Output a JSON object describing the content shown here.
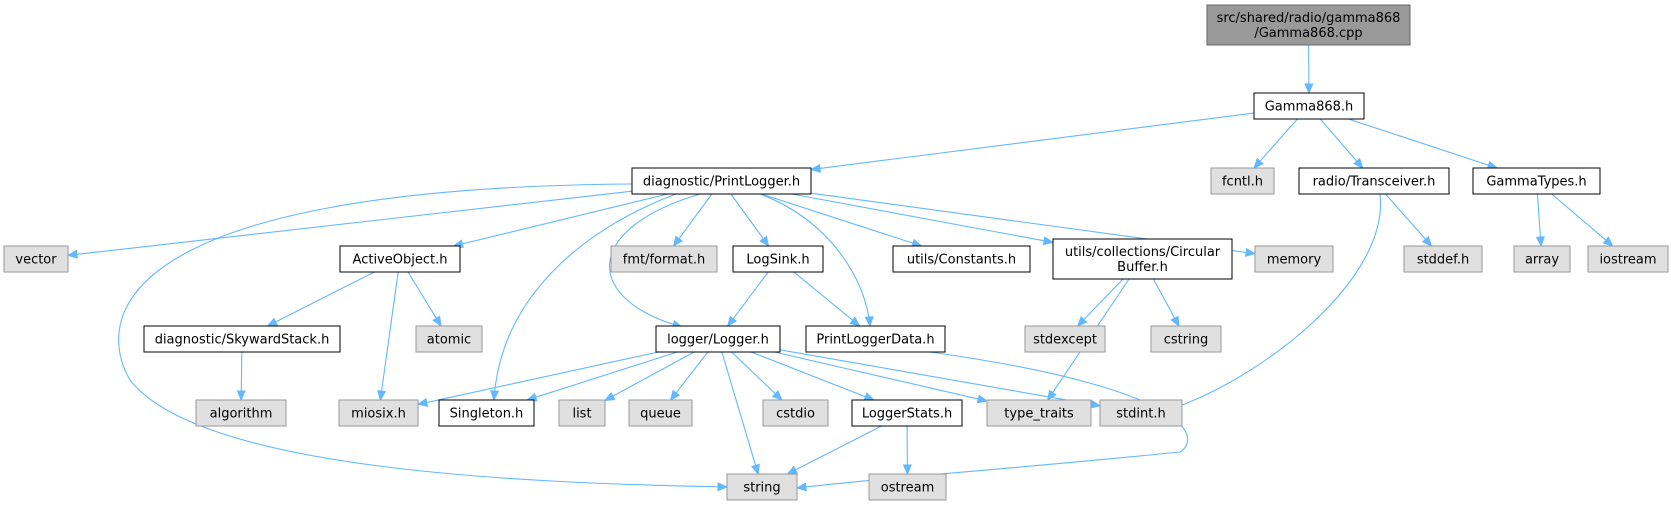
{
  "colors": {
    "root_fill": "#999999",
    "root_stroke": "#666666",
    "local_fill": "#ffffff",
    "local_stroke": "#000000",
    "system_fill": "#e0e0e0",
    "system_stroke": "#999999",
    "edge": "#63b8ff"
  },
  "nodes": [
    {
      "id": "gamma_cpp",
      "label": [
        "src/shared/radio/gamma868",
        "/Gamma868.cpp"
      ],
      "kind": "root"
    },
    {
      "id": "gamma_h",
      "label": [
        "Gamma868.h"
      ],
      "kind": "local"
    },
    {
      "id": "printlogger_h",
      "label": [
        "diagnostic/PrintLogger.h"
      ],
      "kind": "local"
    },
    {
      "id": "fcntl_h",
      "label": [
        "fcntl.h"
      ],
      "kind": "system"
    },
    {
      "id": "transceiver_h",
      "label": [
        "radio/Transceiver.h"
      ],
      "kind": "local"
    },
    {
      "id": "gammatypes_h",
      "label": [
        "GammaTypes.h"
      ],
      "kind": "local"
    },
    {
      "id": "vector",
      "label": [
        "vector"
      ],
      "kind": "system"
    },
    {
      "id": "activeobject_h",
      "label": [
        "ActiveObject.h"
      ],
      "kind": "local"
    },
    {
      "id": "fmt_format_h",
      "label": [
        "fmt/format.h"
      ],
      "kind": "system"
    },
    {
      "id": "logsink_h",
      "label": [
        "LogSink.h"
      ],
      "kind": "local"
    },
    {
      "id": "constants_h",
      "label": [
        "utils/Constants.h"
      ],
      "kind": "local"
    },
    {
      "id": "circularbuffer_h",
      "label": [
        "utils/collections/Circular",
        "Buffer.h"
      ],
      "kind": "local"
    },
    {
      "id": "memory",
      "label": [
        "memory"
      ],
      "kind": "system"
    },
    {
      "id": "stddef_h",
      "label": [
        "stddef.h"
      ],
      "kind": "system"
    },
    {
      "id": "array",
      "label": [
        "array"
      ],
      "kind": "system"
    },
    {
      "id": "iostream",
      "label": [
        "iostream"
      ],
      "kind": "system"
    },
    {
      "id": "skywardstack_h",
      "label": [
        "diagnostic/SkywardStack.h"
      ],
      "kind": "local"
    },
    {
      "id": "atomic",
      "label": [
        "atomic"
      ],
      "kind": "system"
    },
    {
      "id": "logger_h",
      "label": [
        "logger/Logger.h"
      ],
      "kind": "local"
    },
    {
      "id": "printloggerdata_h",
      "label": [
        "PrintLoggerData.h"
      ],
      "kind": "local"
    },
    {
      "id": "stdexcept",
      "label": [
        "stdexcept"
      ],
      "kind": "system"
    },
    {
      "id": "cstring",
      "label": [
        "cstring"
      ],
      "kind": "system"
    },
    {
      "id": "algorithm",
      "label": [
        "algorithm"
      ],
      "kind": "system"
    },
    {
      "id": "miosix_h",
      "label": [
        "miosix.h"
      ],
      "kind": "system"
    },
    {
      "id": "singleton_h",
      "label": [
        "Singleton.h"
      ],
      "kind": "local"
    },
    {
      "id": "list",
      "label": [
        "list"
      ],
      "kind": "system"
    },
    {
      "id": "queue",
      "label": [
        "queue"
      ],
      "kind": "system"
    },
    {
      "id": "cstdio",
      "label": [
        "cstdio"
      ],
      "kind": "system"
    },
    {
      "id": "loggerstats_h",
      "label": [
        "LoggerStats.h"
      ],
      "kind": "local"
    },
    {
      "id": "type_traits",
      "label": [
        "type_traits"
      ],
      "kind": "system"
    },
    {
      "id": "stdint_h",
      "label": [
        "stdint.h"
      ],
      "kind": "system"
    },
    {
      "id": "string",
      "label": [
        "string"
      ],
      "kind": "system"
    },
    {
      "id": "ostream",
      "label": [
        "ostream"
      ],
      "kind": "system"
    }
  ],
  "edges": [
    [
      "gamma_cpp",
      "gamma_h"
    ],
    [
      "gamma_h",
      "printlogger_h"
    ],
    [
      "gamma_h",
      "fcntl_h"
    ],
    [
      "gamma_h",
      "transceiver_h"
    ],
    [
      "gamma_h",
      "gammatypes_h"
    ],
    [
      "printlogger_h",
      "vector"
    ],
    [
      "printlogger_h",
      "activeobject_h"
    ],
    [
      "printlogger_h",
      "fmt_format_h"
    ],
    [
      "printlogger_h",
      "logsink_h"
    ],
    [
      "printlogger_h",
      "constants_h"
    ],
    [
      "printlogger_h",
      "circularbuffer_h"
    ],
    [
      "printlogger_h",
      "memory"
    ],
    [
      "printlogger_h",
      "logger_h"
    ],
    [
      "printlogger_h",
      "printloggerdata_h"
    ],
    [
      "printlogger_h",
      "singleton_h"
    ],
    [
      "printlogger_h",
      "string"
    ],
    [
      "transceiver_h",
      "stddef_h"
    ],
    [
      "transceiver_h",
      "stdint_h"
    ],
    [
      "gammatypes_h",
      "array"
    ],
    [
      "gammatypes_h",
      "iostream"
    ],
    [
      "activeobject_h",
      "skywardstack_h"
    ],
    [
      "activeobject_h",
      "atomic"
    ],
    [
      "activeobject_h",
      "miosix_h"
    ],
    [
      "logsink_h",
      "logger_h"
    ],
    [
      "logsink_h",
      "printloggerdata_h"
    ],
    [
      "circularbuffer_h",
      "stdexcept"
    ],
    [
      "circularbuffer_h",
      "cstring"
    ],
    [
      "circularbuffer_h",
      "type_traits"
    ],
    [
      "skywardstack_h",
      "algorithm"
    ],
    [
      "logger_h",
      "miosix_h"
    ],
    [
      "logger_h",
      "singleton_h"
    ],
    [
      "logger_h",
      "list"
    ],
    [
      "logger_h",
      "queue"
    ],
    [
      "logger_h",
      "cstdio"
    ],
    [
      "logger_h",
      "loggerstats_h"
    ],
    [
      "logger_h",
      "type_traits"
    ],
    [
      "logger_h",
      "stdint_h"
    ],
    [
      "logger_h",
      "string"
    ],
    [
      "printloggerdata_h",
      "string"
    ],
    [
      "loggerstats_h",
      "string"
    ],
    [
      "loggerstats_h",
      "ostream"
    ]
  ]
}
